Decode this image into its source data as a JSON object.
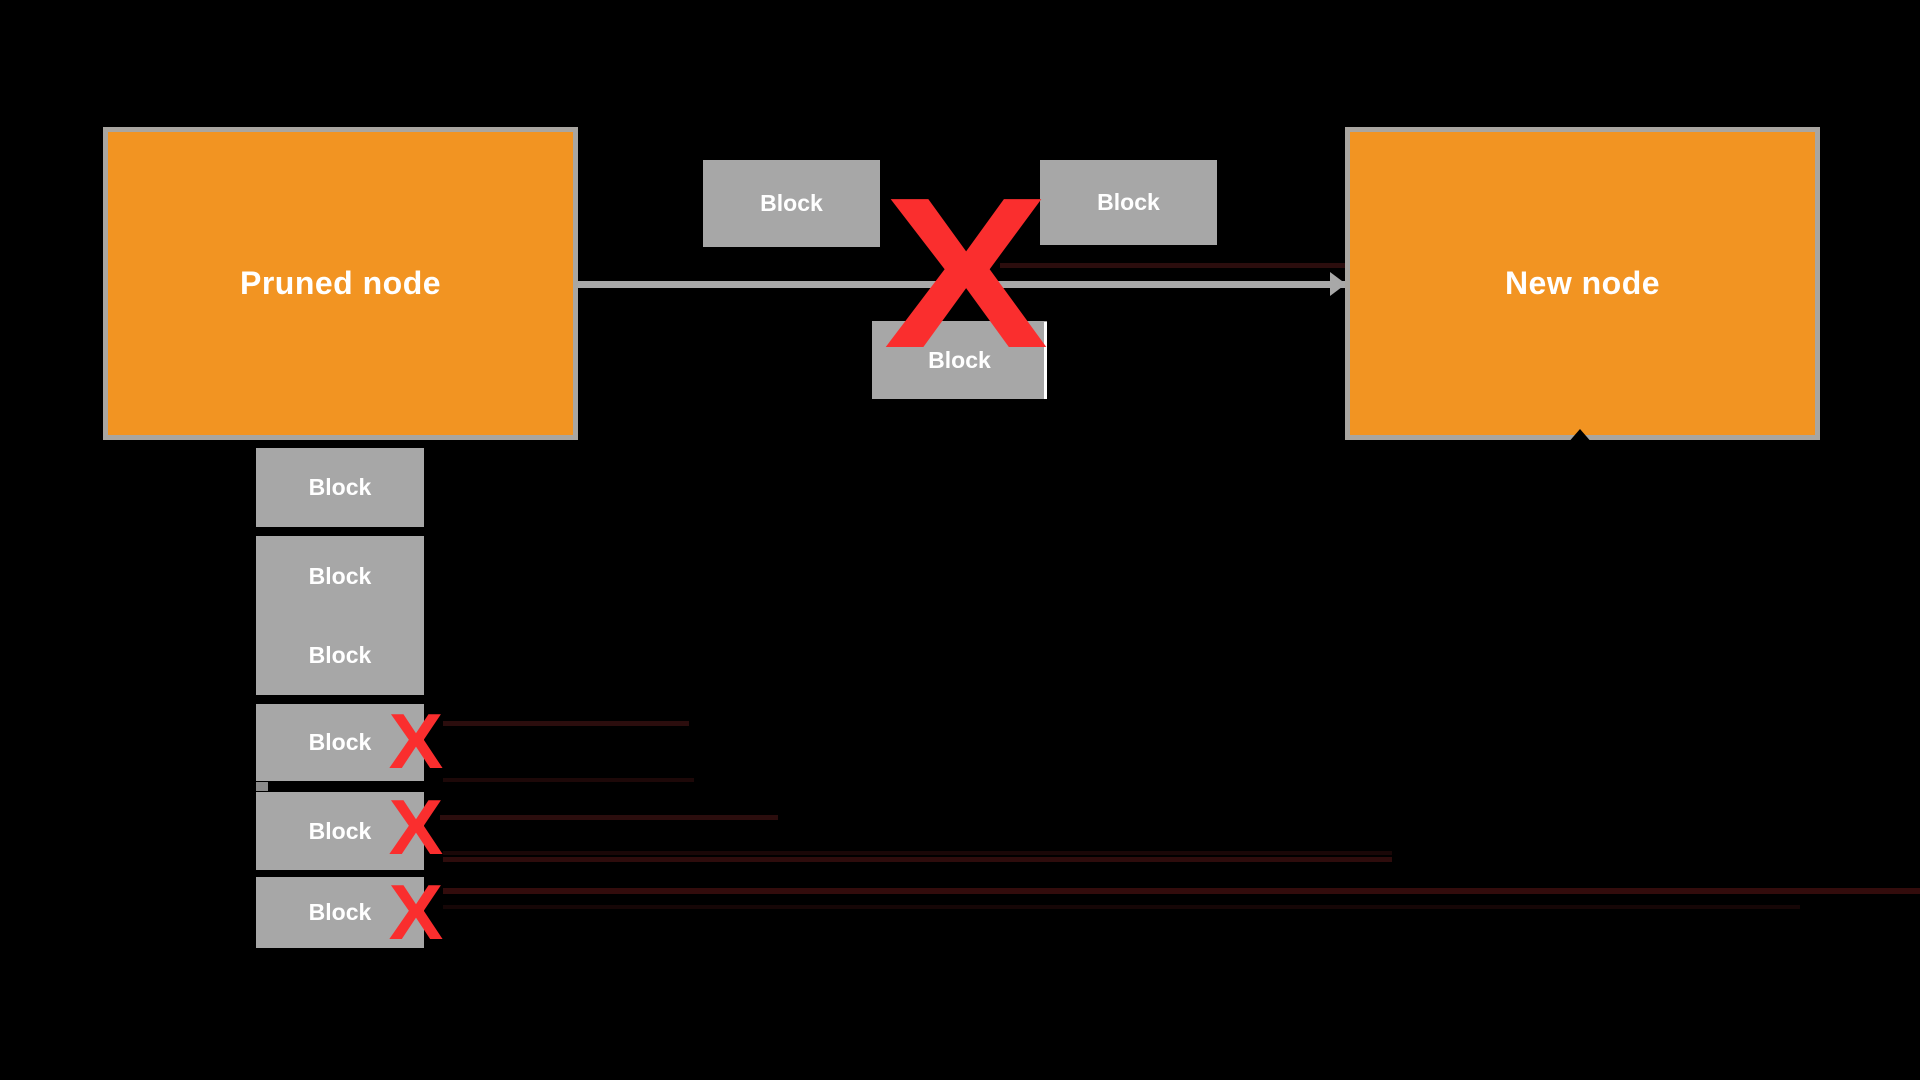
{
  "diagram": {
    "background_color": "#000000",
    "colors": {
      "node_fill": "#F29422",
      "node_border": "#A9A6A1",
      "block_fill": "#A7A7A7",
      "label_text": "#FFFFFF",
      "connector_gray": "#A8A8A8",
      "x_mark_red": "#FA2E2E",
      "deleted_line_dark_red": "#2B0D0D"
    },
    "nodes": {
      "pruned": {
        "label": "Pruned node"
      },
      "new": {
        "label": "New node"
      }
    },
    "x_mark_glyph": "X",
    "top_blocks": [
      {
        "label": "Block"
      },
      {
        "label": "Block"
      },
      {
        "label": "Block"
      }
    ],
    "column_blocks": [
      {
        "label": "Block",
        "deleted": false
      },
      {
        "label": "Block",
        "deleted": false
      },
      {
        "label": "Block",
        "deleted": false
      },
      {
        "label": "Block",
        "deleted": true
      },
      {
        "label": "Block",
        "deleted": true
      },
      {
        "label": "Block",
        "deleted": true
      }
    ]
  }
}
